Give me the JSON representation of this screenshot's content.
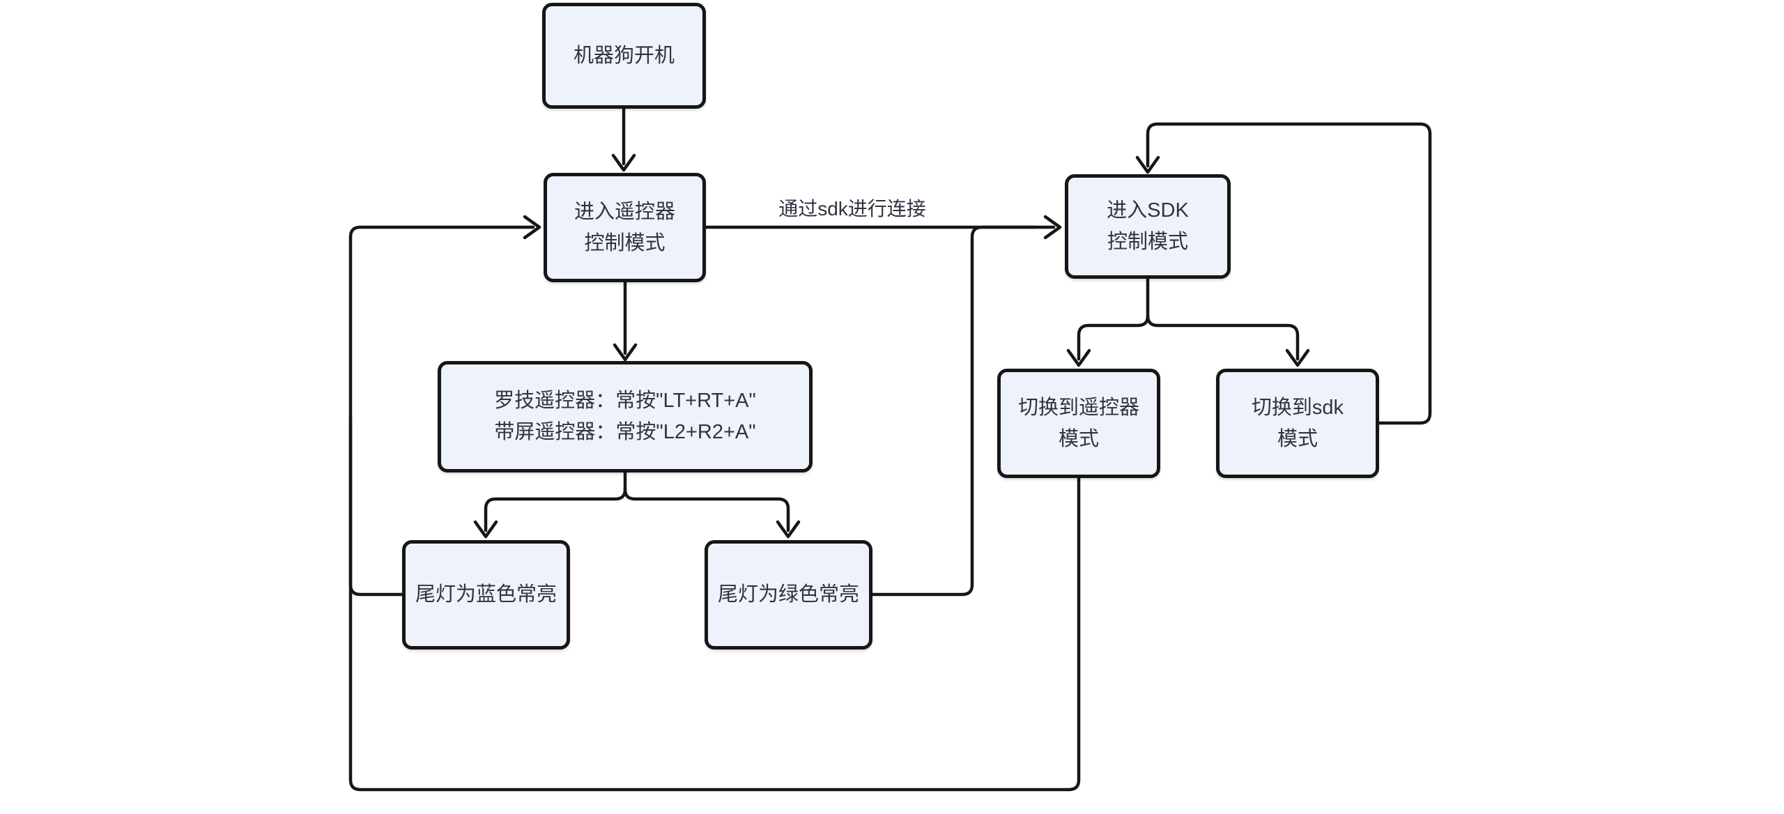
{
  "diagram": {
    "type": "flowchart",
    "background_color": "#ffffff",
    "node_fill_color": "#eef2fb",
    "node_border_color": "#161616",
    "edge_color": "#161616",
    "text_color": "#2e3440",
    "nodes": {
      "power_on": {
        "label": "机器狗开机"
      },
      "remote_mode": {
        "label": "进入遥控器\n控制模式"
      },
      "sdk_mode": {
        "label": "进入SDK\n控制模式"
      },
      "press_combo": {
        "label": "罗技遥控器：常按\"LT+RT+A\"\n带屏遥控器：常按\"L2+R2+A\""
      },
      "switch_remote": {
        "label": "切换到遥控器\n模式"
      },
      "switch_sdk": {
        "label": "切换到sdk\n模式"
      },
      "tail_blue": {
        "label": "尾灯为蓝色常亮"
      },
      "tail_green": {
        "label": "尾灯为绿色常亮"
      }
    },
    "edges": [
      {
        "from": "power_on",
        "to": "remote_mode",
        "label": ""
      },
      {
        "from": "remote_mode",
        "to": "sdk_mode",
        "label": "通过sdk进行连接"
      },
      {
        "from": "remote_mode",
        "to": "press_combo",
        "label": ""
      },
      {
        "from": "press_combo",
        "to": "tail_blue",
        "label": ""
      },
      {
        "from": "press_combo",
        "to": "tail_green",
        "label": ""
      },
      {
        "from": "tail_blue",
        "to": "remote_mode",
        "label": ""
      },
      {
        "from": "tail_green",
        "to": "sdk_mode",
        "label": ""
      },
      {
        "from": "sdk_mode",
        "to": "switch_remote",
        "label": ""
      },
      {
        "from": "sdk_mode",
        "to": "switch_sdk",
        "label": ""
      },
      {
        "from": "switch_remote",
        "to": "remote_mode",
        "label": ""
      },
      {
        "from": "switch_sdk",
        "to": "sdk_mode",
        "label": ""
      }
    ]
  }
}
